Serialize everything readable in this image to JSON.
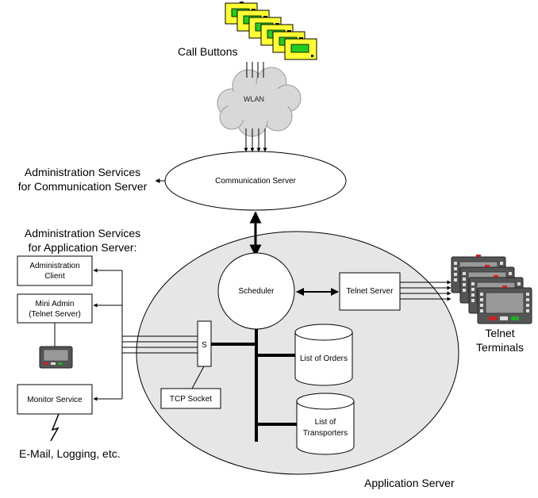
{
  "call_buttons": {
    "label": "Call Buttons",
    "device_count": 6
  },
  "wlan": {
    "label": "WLAN"
  },
  "communication_server": {
    "label": "Communication Server",
    "admin_line1": "Administration Services",
    "admin_line2": "for Communication Server"
  },
  "application_server": {
    "label": "Application Server",
    "admin_line1": "Administration Services",
    "admin_line2": "for Application Server:",
    "scheduler": "Scheduler",
    "telnet_server": "Telnet Server",
    "socket_letter": "S",
    "tcp_socket": "TCP Socket",
    "list_of_orders": "List of Orders",
    "list_of_transporters_line1": "List of",
    "list_of_transporters_line2": "Transporters"
  },
  "admin_clients": {
    "administration_client_line1": "Administration",
    "administration_client_line2": "Client",
    "mini_admin_line1": "Mini Admin",
    "mini_admin_line2": "(Telnet Server)",
    "monitor_service": "Monitor Service"
  },
  "outputs": {
    "email_logging": "E-Mail, Logging, etc."
  },
  "telnet_terminals": {
    "line1": "Telnet",
    "line2": "Terminals",
    "device_count": 4
  },
  "colors": {
    "call_button_body": "#ffff33",
    "call_button_screen": "#22cc22",
    "cloud": "#d8d8d8",
    "app_server_fill": "#e6e6e6",
    "terminal_body": "#555555",
    "terminal_screen": "#999999",
    "key_red": "#cc2222",
    "key_green": "#22aa22"
  }
}
